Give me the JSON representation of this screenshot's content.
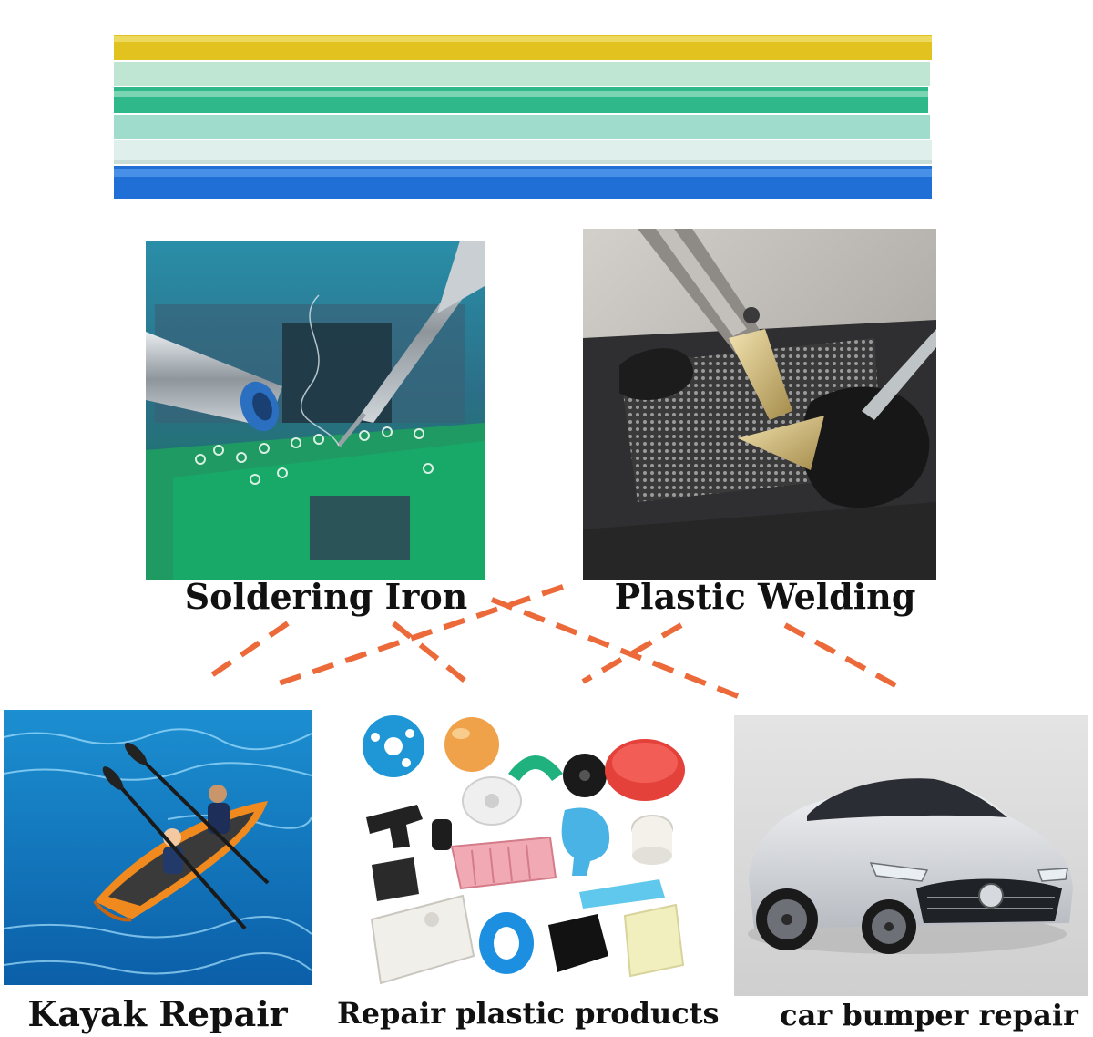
{
  "rods": {
    "colors": [
      "#e2c21e",
      "#bfe6d3",
      "#2fb98a",
      "#9fdccc",
      "#dff0ec",
      "#1f6fd6"
    ]
  },
  "panels": {
    "soldering": {
      "label": "Soldering Iron",
      "icon": "soldering-iron-photo"
    },
    "welding": {
      "label": "Plastic Welding",
      "icon": "plastic-welding-photo"
    },
    "kayak": {
      "label": "Kayak Repair",
      "icon": "kayak-photo"
    },
    "plastics": {
      "label": "Repair plastic products",
      "icon": "plastic-parts-photo"
    },
    "car": {
      "label": "car bumper repair",
      "icon": "car-photo"
    }
  },
  "connector_color": "#ec6a3a"
}
